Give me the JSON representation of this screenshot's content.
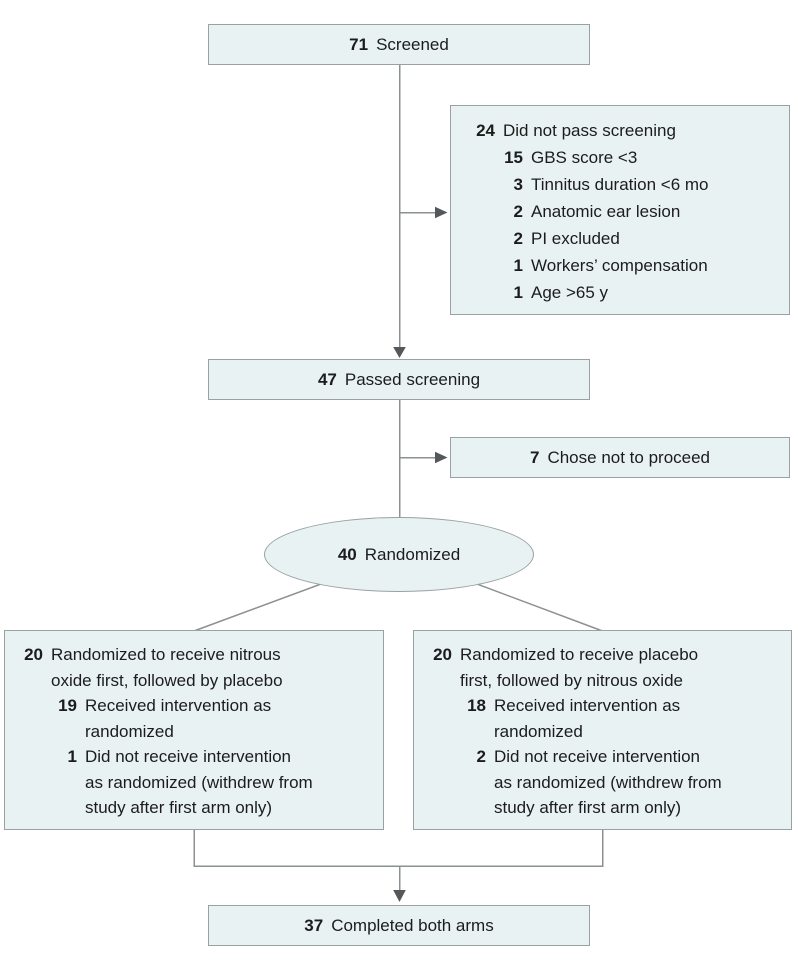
{
  "figure": {
    "screened": {
      "n": "71",
      "label": "Screened"
    },
    "did_not_pass": {
      "n": "24",
      "label": "Did not pass screening",
      "reasons": [
        {
          "n": "15",
          "label": "GBS score <3"
        },
        {
          "n": "3",
          "label": "Tinnitus duration <6 mo"
        },
        {
          "n": "2",
          "label": "Anatomic ear lesion"
        },
        {
          "n": "2",
          "label": "PI excluded"
        },
        {
          "n": "1",
          "label": "Workers’ compensation"
        },
        {
          "n": "1",
          "label": "Age >65 y"
        }
      ]
    },
    "passed": {
      "n": "47",
      "label": "Passed screening"
    },
    "chose_not_to_proceed": {
      "n": "7",
      "label": "Chose not to proceed"
    },
    "randomized": {
      "n": "40",
      "label": "Randomized"
    },
    "arm_nitrous_first": {
      "n": "20",
      "label": "Randomized to receive nitrous\noxide first, followed by placebo",
      "sub": [
        {
          "n": "19",
          "label": "Received intervention as\nrandomized"
        },
        {
          "n": "1",
          "label": "Did not receive intervention\nas randomized (withdrew from\nstudy after first arm only)"
        }
      ]
    },
    "arm_placebo_first": {
      "n": "20",
      "label": "Randomized to receive placebo\nfirst, followed by nitrous oxide",
      "sub": [
        {
          "n": "18",
          "label": "Received intervention as\nrandomized"
        },
        {
          "n": "2",
          "label": "Did not receive intervention\nas randomized (withdrew from\nstudy after first arm only)"
        }
      ]
    },
    "completed": {
      "n": "37",
      "label": "Completed both arms"
    }
  },
  "colors": {
    "box_fill": "#e8f2f3",
    "box_border": "#9aa1a3",
    "line": "#8b9192",
    "arrow": "#54585a",
    "text": "#1c1c1c"
  }
}
